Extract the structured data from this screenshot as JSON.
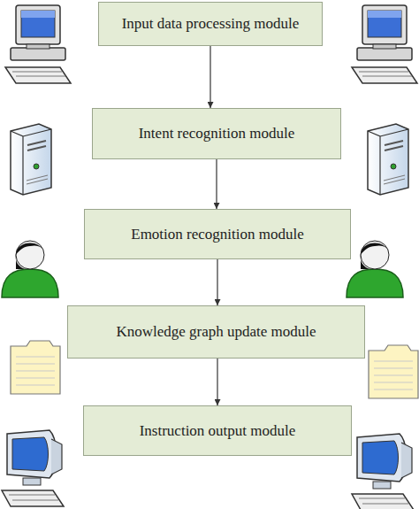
{
  "diagram": {
    "nodes": [
      {
        "text": [
          "Input data processing module"
        ]
      },
      {
        "text": [
          "Intent recognition module"
        ]
      },
      {
        "text": [
          "Emotion recognition module"
        ]
      },
      {
        "text": [
          "Knowledge graph update module"
        ]
      },
      {
        "text": [
          "Instruction output module"
        ]
      }
    ],
    "edges": [
      {
        "from": 0,
        "to": 1,
        "arrow": "to"
      },
      {
        "from": 1,
        "to": 2,
        "arrow": "to"
      },
      {
        "from": 2,
        "to": 3,
        "arrow": "to"
      },
      {
        "from": 3,
        "to": 4,
        "arrow": "to"
      }
    ]
  }
}
